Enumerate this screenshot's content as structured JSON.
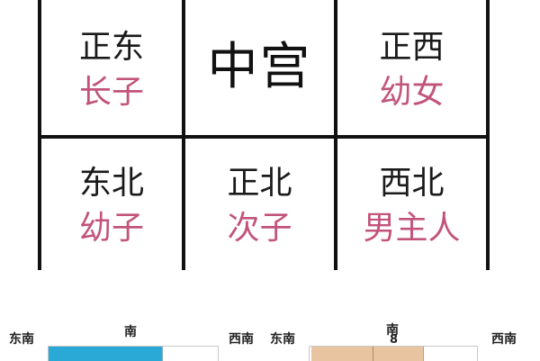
{
  "grid": {
    "cells": [
      {
        "direction": "正东",
        "member": "长子"
      },
      {
        "direction": "",
        "member": "中宫"
      },
      {
        "direction": "正西",
        "member": "幼女"
      },
      {
        "direction": "东北",
        "member": "幼子"
      },
      {
        "direction": "正北",
        "member": "次子"
      },
      {
        "direction": "西北",
        "member": "男主人"
      }
    ],
    "center_label": "中宫"
  },
  "bottom_strip": {
    "left_compass": {
      "southeast": "东南",
      "south": "南",
      "southwest": "西南"
    },
    "right_compass": {
      "southeast": "东南",
      "south": "南",
      "southwest": "西南"
    },
    "right_small_mark": "8"
  },
  "colors": {
    "direction_text": "#1a1a1a",
    "member_text": "#c2547b",
    "grid_lines": "#111111",
    "blue_room": "#2aa9d6",
    "tan_room": "#e8c4a0"
  }
}
